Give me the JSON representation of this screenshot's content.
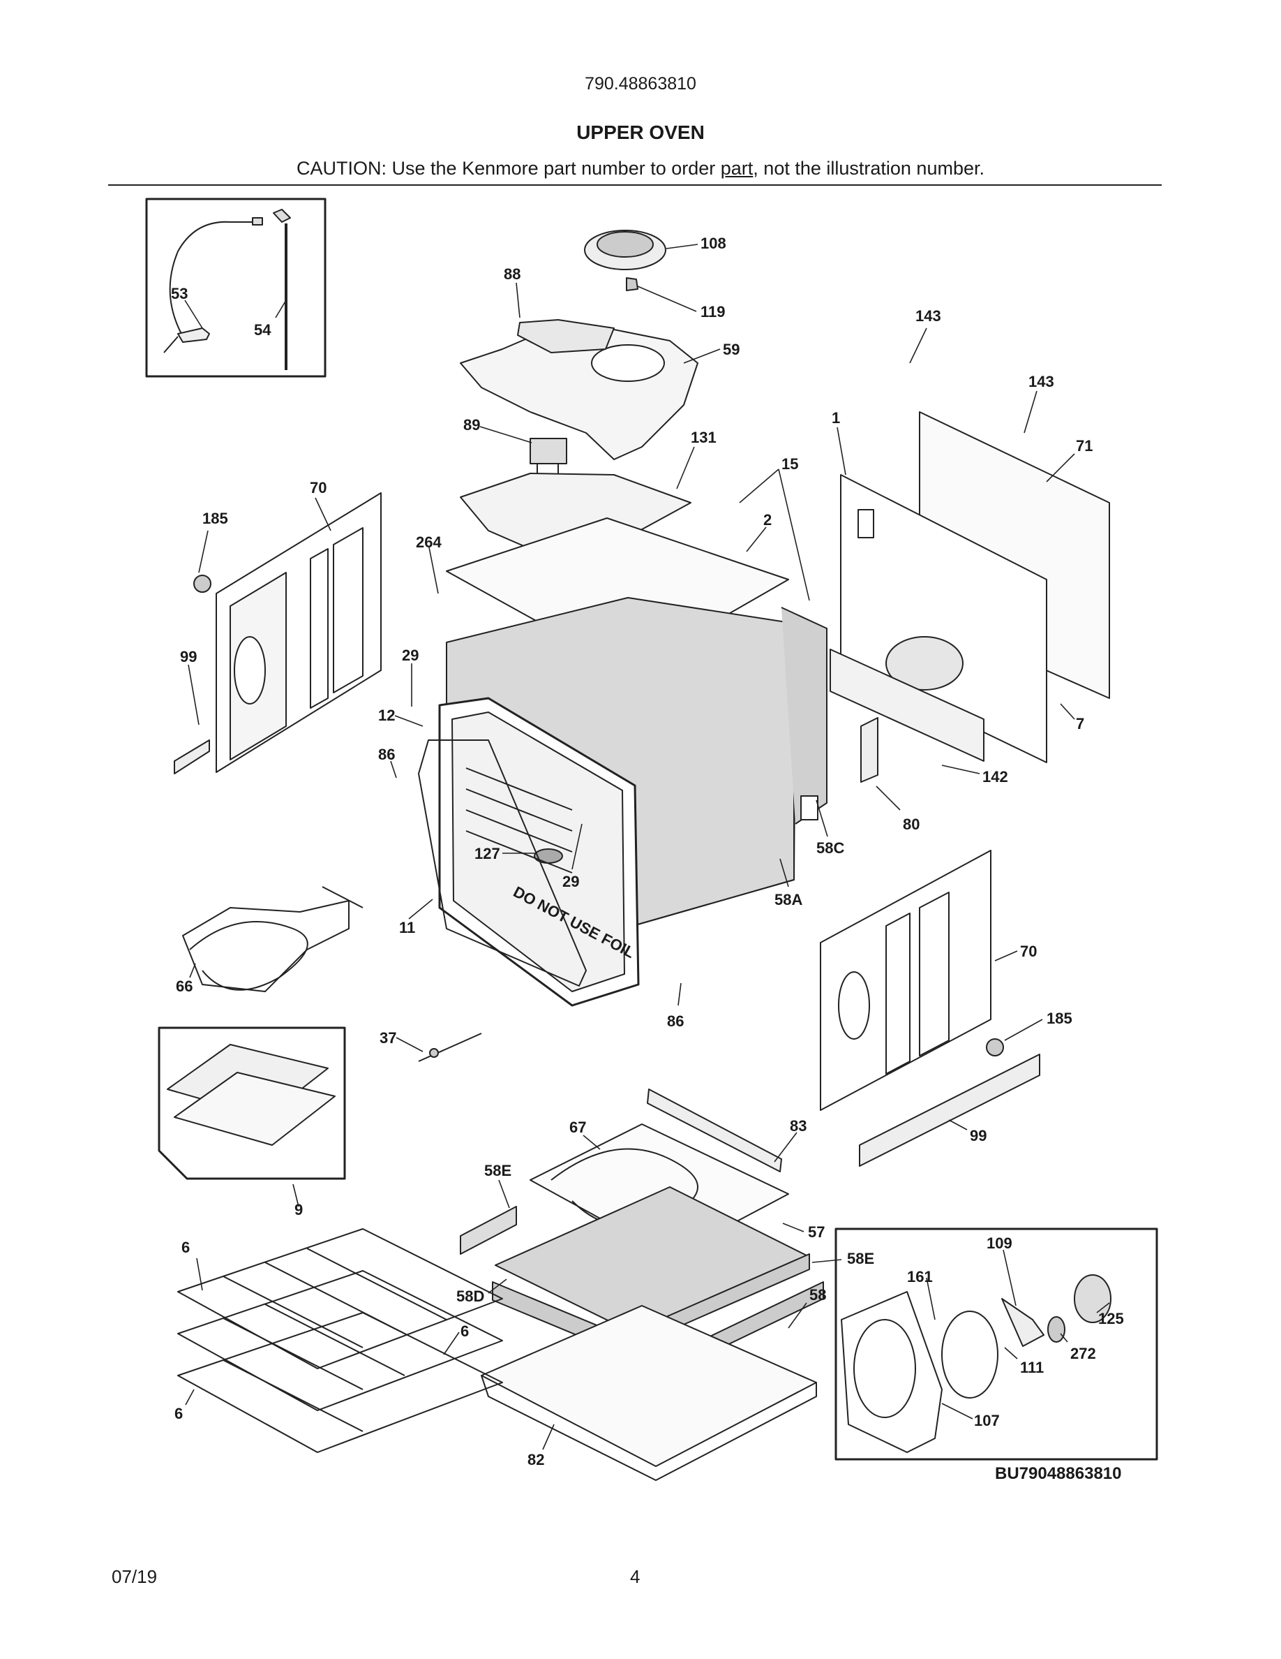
{
  "header": {
    "model_number": "790.48863810",
    "section_title": "UPPER OVEN",
    "caution_prefix": "CAUTION: Use the Kenmore part number to order ",
    "caution_underlined": "part",
    "caution_suffix": ", not the illustration number."
  },
  "diagram": {
    "code": "BU79048863810",
    "labels": {
      "l53": "53",
      "l54": "54",
      "l88": "88",
      "l108": "108",
      "l119": "119",
      "l59": "59",
      "l143a": "143",
      "l143b": "143",
      "l1": "1",
      "l71": "71",
      "l89": "89",
      "l131": "131",
      "l15": "15",
      "l70a": "70",
      "l185a": "185",
      "l264": "264",
      "l2": "2",
      "l99a": "99",
      "l29a": "29",
      "l12": "12",
      "l86a": "86",
      "l7": "7",
      "l142": "142",
      "l80": "80",
      "l127": "127",
      "l29b": "29",
      "l58c": "58C",
      "l58a": "58A",
      "l11": "11",
      "l66": "66",
      "l70b": "70",
      "l185b": "185",
      "l86b": "86",
      "l37": "37",
      "l99b": "99",
      "l9": "9",
      "l67": "67",
      "l83": "83",
      "l58e1": "58E",
      "l57": "57",
      "l58e2": "58E",
      "l6a": "6",
      "l58d": "58D",
      "l58": "58",
      "l6b": "6",
      "l6c": "6",
      "l82": "82",
      "l109": "109",
      "l161": "161",
      "l125": "125",
      "l272": "272",
      "l111": "111",
      "l107": "107"
    },
    "stamp": "DO NOT USE FOIL"
  },
  "footer": {
    "date": "07/19",
    "page": "4"
  }
}
